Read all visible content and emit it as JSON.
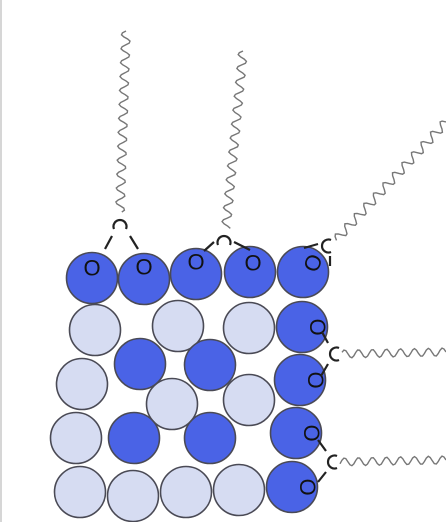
{
  "atom_label": "O",
  "colors": {
    "surface_atom": "#4a63e6",
    "bulk_atom": "#d6dcf2",
    "outline": "#4a4a55",
    "chain": "#777777",
    "bond": "#222222"
  },
  "lattice": {
    "outer_atoms": [
      "surface-atom",
      "bulk-atom"
    ],
    "oxygen_sites": 9
  },
  "ligands": {
    "count": 5,
    "kind": "carboxylate chain (wavy tail)"
  }
}
